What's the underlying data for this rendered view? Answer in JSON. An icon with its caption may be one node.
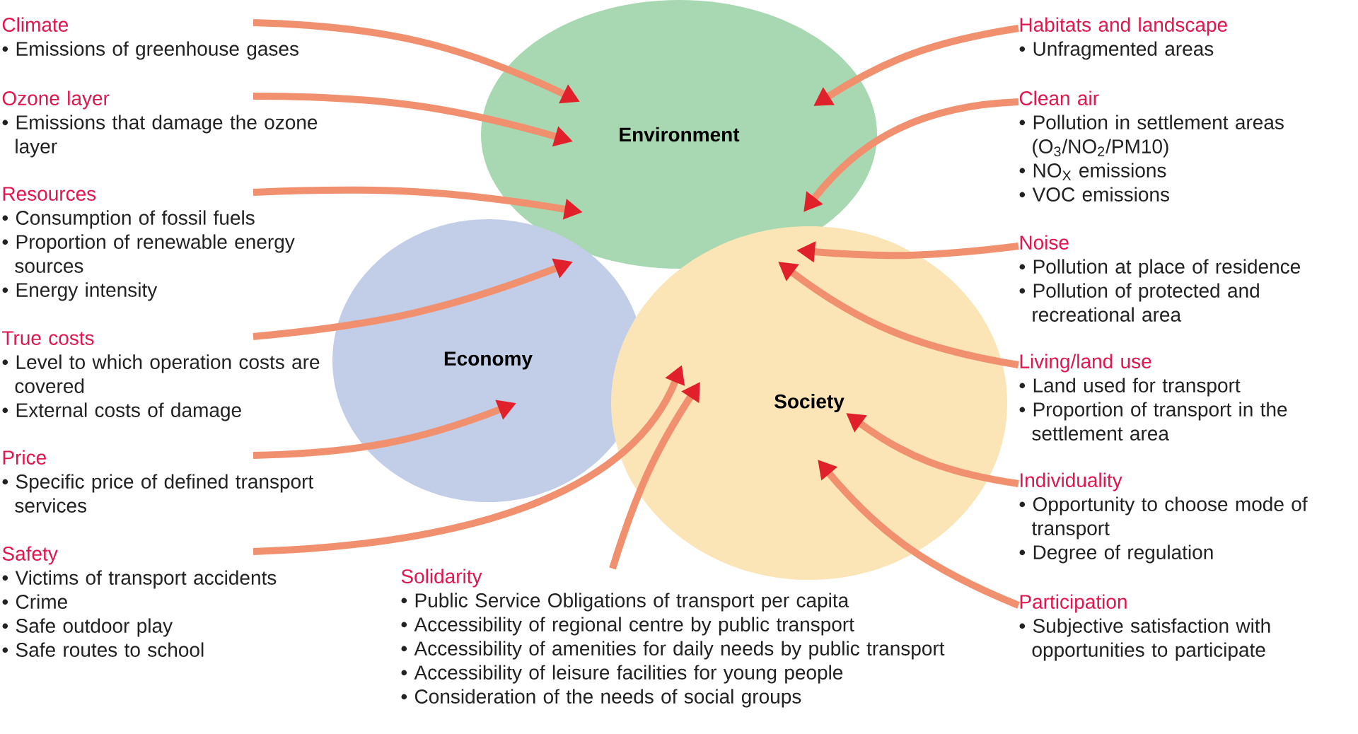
{
  "diagram": {
    "nodes": [
      {
        "text": [
          "Environment"
        ]
      },
      {
        "text": [
          "Economy"
        ]
      },
      {
        "text": [
          "Society"
        ]
      },
      {
        "text": [
          "Climate",
          "• Emissions of greenhouse gases"
        ]
      },
      {
        "text": [
          "Ozone layer",
          "• Emissions that damage the ozone layer"
        ]
      },
      {
        "text": [
          "Resources",
          "• Consumption of fossil fuels",
          "• Proportion of renewable energy sources",
          "• Energy intensity"
        ]
      },
      {
        "text": [
          "True costs",
          "• Level to which operation costs are covered",
          "• External costs of damage"
        ]
      },
      {
        "text": [
          "Price",
          "• Specific price of defined transport services"
        ]
      },
      {
        "text": [
          "Safety",
          "• Victims of transport accidents",
          "• Crime",
          "• Safe outdoor play",
          "• Safe routes to school"
        ]
      },
      {
        "text": [
          "Habitats and landscape",
          "• Unfragmented areas"
        ]
      },
      {
        "text": [
          "Clean air",
          "• Pollution in settlement areas (O$_{3}$/NO$_{2}$/PM10)",
          "• NO$_{X}$ emissions",
          "• VOC emissions"
        ]
      },
      {
        "text": [
          "Noise",
          "• Pollution at place of residence",
          "• Pollution of protected and recreational area"
        ]
      },
      {
        "text": [
          "Living/land use",
          "• Land used for transport",
          "• Proportion of transport in the settlement area"
        ]
      },
      {
        "text": [
          "Individuality",
          "• Opportunity to choose mode of transport",
          "• Degree of regulation"
        ]
      },
      {
        "text": [
          "Participation",
          "• Subjective satisfaction with opportunities to participate"
        ]
      },
      {
        "text": [
          "Solidarity",
          "• Public Service Obligations of transport per capita",
          "• Accessibility of regional centre by public transport",
          "• Accessibility of amenities for daily needs by public transport",
          "• Accessibility of leisure facilities for young people",
          "• Consideration of the needs of social groups"
        ]
      }
    ],
    "edges": [
      {
        "from": 3,
        "to": 0,
        "arrow": "to"
      },
      {
        "from": 4,
        "to": 0,
        "arrow": "to"
      },
      {
        "from": 5,
        "to": 0,
        "arrow": "to"
      },
      {
        "from": 6,
        "to": 1,
        "arrow": "to"
      },
      {
        "from": 7,
        "to": 1,
        "arrow": "to"
      },
      {
        "from": 8,
        "to": 2,
        "arrow": "to"
      },
      {
        "from": 9,
        "to": 0,
        "arrow": "to"
      },
      {
        "from": 10,
        "to": 0,
        "arrow": "to"
      },
      {
        "from": 11,
        "to": 2,
        "arrow": "to"
      },
      {
        "from": 12,
        "to": 2,
        "arrow": "to"
      },
      {
        "from": 13,
        "to": 2,
        "arrow": "to"
      },
      {
        "from": 14,
        "to": 2,
        "arrow": "to"
      },
      {
        "from": 15,
        "to": 2,
        "arrow": "to"
      }
    ]
  }
}
